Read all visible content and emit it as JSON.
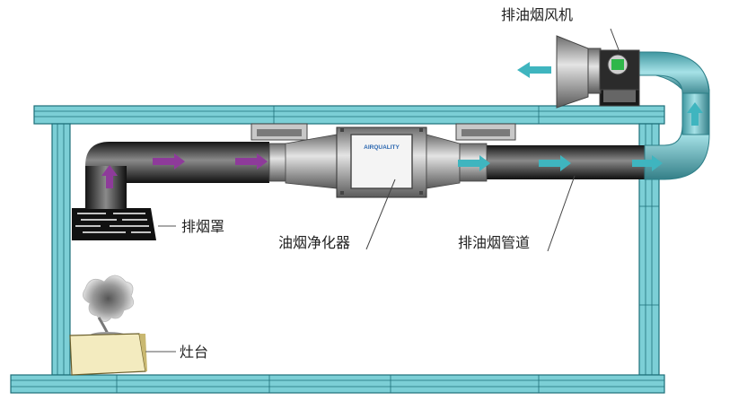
{
  "labels": {
    "fan": "排油烟风机",
    "hood": "排烟罩",
    "purifier": "油烟净化器",
    "duct": "排油烟管道",
    "stove": "灶台",
    "brand": "AIRQUALITY"
  },
  "colors": {
    "frame": "#7ccfd6",
    "frame_line": "#1d6f78",
    "duct": "#3c3c3c",
    "arrow_dirty": "#8e3b9a",
    "arrow_clean": "#3fb5bf",
    "stove": "#f3ebbf"
  }
}
